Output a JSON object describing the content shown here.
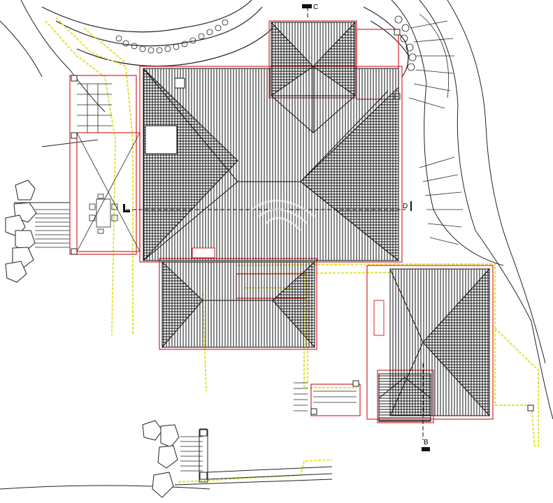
{
  "drawing": {
    "markers": {
      "section_c": "C",
      "section_d": "D",
      "section_b": "B"
    },
    "colors": {
      "background": "#ffffff",
      "roof_outline": "#d9262c",
      "roof_hatch": "#111111",
      "path_yellow": "#e2e23a",
      "linework": "#222222"
    }
  }
}
